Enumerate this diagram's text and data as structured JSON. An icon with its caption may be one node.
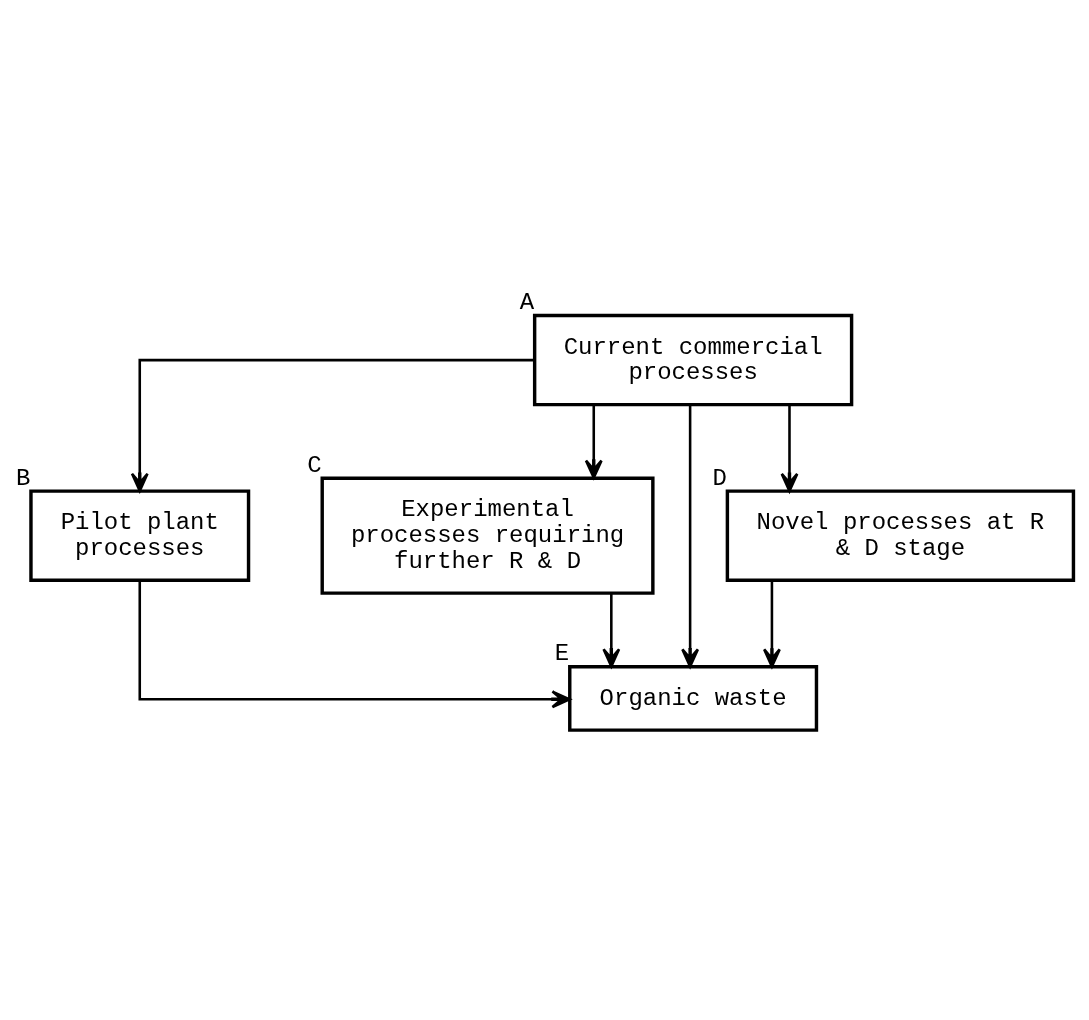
{
  "diagram": {
    "nodes": [
      {
        "text": [
          "Current commercial processes"
        ],
        "beside": [
          "A"
        ]
      },
      {
        "text": [
          "Pilot plant processes"
        ],
        "beside": [
          "B"
        ]
      },
      {
        "text": [
          "Experimental processes requiring further R & D"
        ],
        "beside": [
          "C"
        ]
      },
      {
        "text": [
          "Novel processes at R & D stage"
        ],
        "beside": [
          "D"
        ]
      },
      {
        "text": [
          "Organic waste"
        ],
        "beside": [
          "E"
        ]
      }
    ],
    "edges": [
      {
        "from": 0,
        "to": 1,
        "arrow": "to"
      },
      {
        "from": 0,
        "to": 2,
        "arrow": "to"
      },
      {
        "from": 0,
        "to": 3,
        "arrow": "to"
      },
      {
        "from": 0,
        "to": 4,
        "arrow": "to"
      },
      {
        "from": 1,
        "to": 4,
        "arrow": "to"
      },
      {
        "from": 2,
        "to": 4,
        "arrow": "to"
      },
      {
        "from": 3,
        "to": 4,
        "arrow": "to"
      }
    ]
  }
}
